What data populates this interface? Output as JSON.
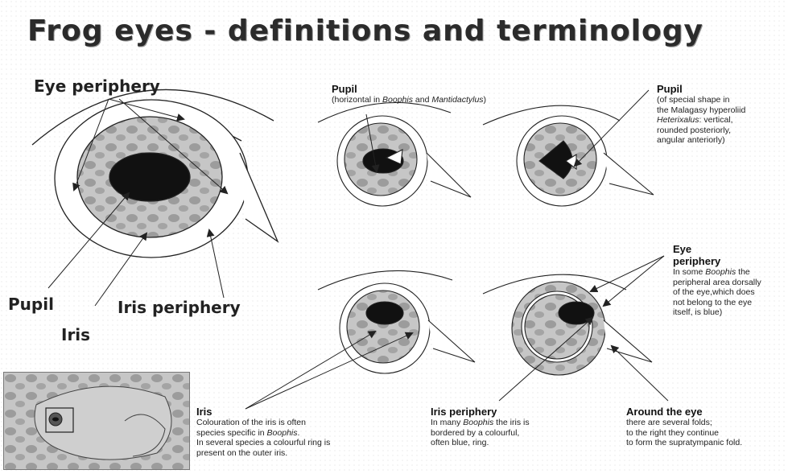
{
  "title": "Frog eyes - definitions and terminology",
  "main_eye": {
    "eye_periphery": "Eye periphery",
    "pupil": "Pupil",
    "iris_periphery": "Iris periphery",
    "iris": "Iris"
  },
  "pupil_horizontal": {
    "heading": "Pupil",
    "text_1": "(horizontal in ",
    "genus_1": "Boophis",
    "text_2": " and ",
    "genus_2": "Mantidactylus",
    "text_3": ")"
  },
  "pupil_special": {
    "heading": "Pupil",
    "line_1": "(of special shape in",
    "line_2": "the Malagasy hyperoliid",
    "genus": "Heterixalus",
    "line_3_rest": ": vertical,",
    "line_4": "rounded posteriorly,",
    "line_5": "angular anteriorly)"
  },
  "eye_periphery_note": {
    "heading_1": "Eye",
    "heading_2": "periphery",
    "line_1_pre": "In some ",
    "genus": "Boophis",
    "line_1_post": " the",
    "line_2": "peripheral area dorsally",
    "line_3": "of the eye,which does",
    "line_4": "not belong to the eye",
    "line_5": "itself, is blue)"
  },
  "iris_note": {
    "heading": "Iris",
    "line_1": "Colouration of the iris is often",
    "line_2_pre": "species specific in ",
    "genus": "Boophis",
    "line_2_post": ".",
    "line_3": "In several species a colourful ring is",
    "line_4": "present on the outer iris."
  },
  "iris_periphery_note": {
    "heading": "Iris periphery",
    "line_1_pre": "In many ",
    "genus": "Boophis",
    "line_1_post": " the iris is",
    "line_2": "bordered by a colourful,",
    "line_3": "often blue, ring."
  },
  "around_eye_note": {
    "heading": "Around the eye",
    "line_1": "there are several folds;",
    "line_2": "to the right they continue",
    "line_3": "to form the supratympanic fold."
  },
  "colors": {
    "iris_fill": "#bdbdbd",
    "blotch": "#9a9a9a",
    "pupil": "#111111",
    "stroke": "#222222"
  }
}
